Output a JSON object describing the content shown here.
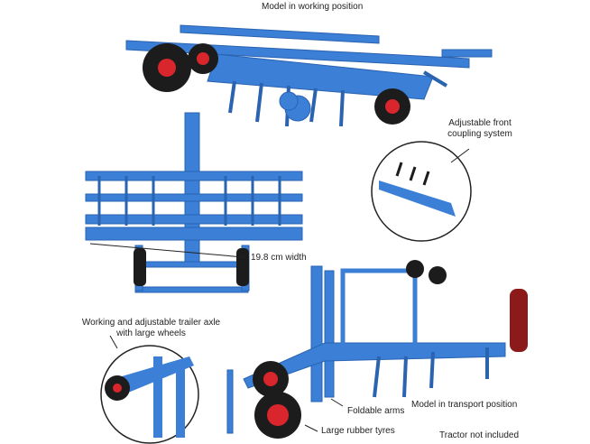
{
  "labels": {
    "working_position": "Model in working position",
    "front_coupling_line1": "Adjustable front",
    "front_coupling_line2": "coupling system",
    "width": "19.8 cm width",
    "trailer_axle_line1": "Working and adjustable trailer axle",
    "trailer_axle_line2": "with large wheels",
    "foldable_arms": "Foldable arms",
    "transport_position": "Model in transport position",
    "rubber_tyres": "Large rubber tyres",
    "tractor_note": "Tractor not included"
  },
  "colors": {
    "machine_blue": "#3b7fd6",
    "wheel_red": "#d8262c",
    "tyre": "#1c1c1c"
  }
}
